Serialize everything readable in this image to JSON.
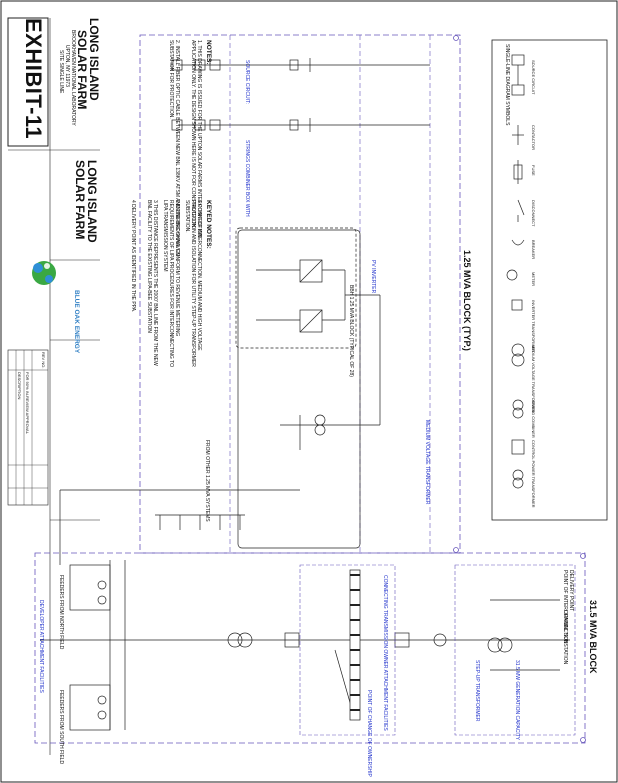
{
  "title_block": {
    "exhibit": "EXHIBIT-11",
    "project_line1": "LONG ISLAND",
    "project_line2": "SOLAR FARM",
    "sub1": "BROOKHAVEN NATIONAL LABORATORY",
    "sub2": "UPTON, NY 11973",
    "sub3": "SITE SINGLE LINE",
    "logo_project_line1": "LONG ISLAND",
    "logo_project_line2": "SOLAR FARM",
    "company": "BLUE OAK ENERGY",
    "rev_header": "REV  NO.",
    "rev_desc": "FOR 90% IN-REVIEW APPROVAL",
    "rev_desc2": "DESCRIPTION"
  },
  "notes": {
    "heading": "NOTES:",
    "items": [
      "1.  THIS DRAWING IS ISSUED FOR THE UPTON SOLAR FARMS INTERCONNECTION APPLICATION ONLY. THE DESIGN SHOWN HERE IS NOT FOR CONSTRUCTION.",
      "2.  INSTALL FIBER OPTIC CABLE BETWEEN NEW BNL 138KV ATSM AND BNL BROOKHAVEN SUBSTATION FOR PROTECTION."
    ]
  },
  "keyed_notes": {
    "heading": "KEYED NOTES:",
    "items": [
      "1  POINT OF INTERCONNECTION. MEDIUM AND HIGH VOLTAGE PROTECTION AND ISOLATION FOR UTILITY STEP-UP TRANSFORMER SUBSTATION.",
      "2  METERING SHALL CONFORM TO REVENUE METERING REQUIREMENTS OF LIPA PROCEDURES FOR INTERCONNECTING TO LIPA TRANSMISSION SYSTEM",
      "3  THIS DISTANCE REPRESENTS THE 2000' BNL LINE FROM THE NEW BNL FACILITY TO THE EXISTING LIPA-BEE SUBSTATION",
      "4  DELIVERY POINT AS IDENTIFIED IN THE PPA."
    ]
  },
  "blocks": {
    "block_125": "1.25 MVA BLOCK (TYP.)",
    "block_315": "31.5 MVA BLOCK",
    "bbh": "BBH 1.25 MVA BLOCK (TYPICAL OF 28)",
    "from_other": "FROM OTHER 1.25 MVA SYSTEMS"
  },
  "annotations": [
    "SOURCE CIRCUIT: ",
    "STRINGS COMBINER BOX WITH",
    "PV INVERTER",
    "MEDIUM VOLTAGE TRANSFORMER",
    "STEP-UP TRANSFORMER",
    "DELIVERY POINT",
    "POINT OF INTERCONNECTION",
    "FEEDERS FROM NORTH FIELD",
    "FEEDERS FROM SOUTH FIELD",
    "DEVELOPER ATTACHMENT FACILITIES",
    "CONNECTING TRANSMISSION OWNER ATTACHMENT FACILITIES",
    "POINT OF CHANGE OF OWNERSHIP",
    "31.5 MW GENERATION CAPACITY",
    "LIPA-BNL SUBSTATION"
  ],
  "symbols_legend": {
    "heading": "SINGLE-LINE DIAGRAM SYMBOLS",
    "items": [
      "SOURCE CIRCUIT",
      "CONTACTOR",
      "FUSE",
      "DISCONNECT",
      "BREAKER",
      "METER",
      "INVERTER TRANSFORMER",
      "MEDIUM VOLTAGE TRANSFORMER",
      "STRING COMBINER",
      "CONTROL POWER TRANSFORMER"
    ]
  },
  "colors": {
    "line": "#222222",
    "blue": "#2233cc",
    "dash": "#6655bb",
    "hatch": "#222222"
  }
}
